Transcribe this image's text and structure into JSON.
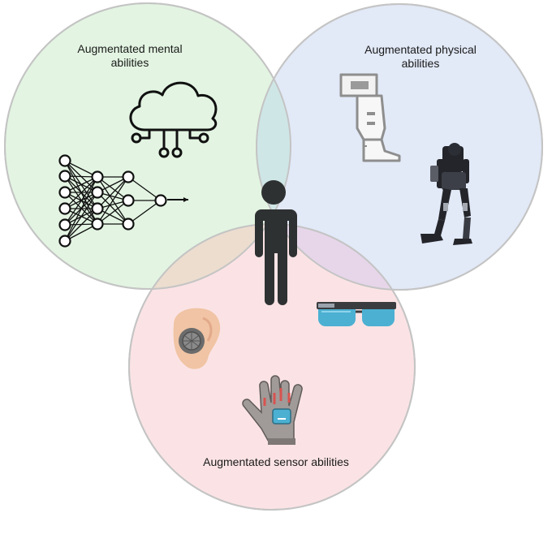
{
  "diagram": {
    "type": "venn",
    "center_figure": "person-icon",
    "sets": [
      {
        "id": "mental",
        "label_line1": "Augmentated mental",
        "label_line2": "abilities",
        "fill": "#e3f5e2",
        "icons": [
          "cloud-network-icon",
          "neural-network-icon"
        ]
      },
      {
        "id": "physical",
        "label_line1": "Augmentated physical",
        "label_line2": "abilities",
        "fill": "#e2e9f7",
        "icons": [
          "prosthetic-leg-icon",
          "exoskeleton-icon"
        ]
      },
      {
        "id": "sensor",
        "label_line1": "Augmentated sensor abilities",
        "fill": "#fbe3e5",
        "icons": [
          "hearing-aid-ear-icon",
          "smart-glasses-icon",
          "haptic-glove-icon"
        ]
      }
    ],
    "colors": {
      "outline": "#c9c9c9",
      "person": "#2e3132",
      "glasses": "#4cb0d2",
      "ear": "#f0c4a4",
      "glove": "#a09a98",
      "glove_accent": "#d9534f"
    }
  }
}
